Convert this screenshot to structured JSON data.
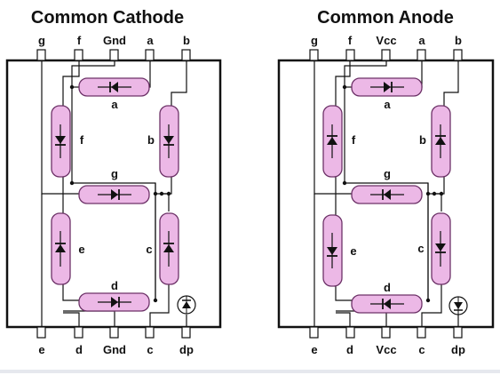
{
  "diagrams": [
    {
      "title": "Common Cathode",
      "top_pins": [
        "g",
        "f",
        "Gnd",
        "a",
        "b"
      ],
      "bottom_pins": [
        "e",
        "d",
        "Gnd",
        "c",
        "dp"
      ],
      "segment_labels": {
        "a": "a",
        "b": "b",
        "c": "c",
        "d": "d",
        "e": "e",
        "f": "f",
        "g": "g"
      }
    },
    {
      "title": "Common Anode",
      "top_pins": [
        "g",
        "f",
        "Vcc",
        "a",
        "b"
      ],
      "bottom_pins": [
        "e",
        "d",
        "Vcc",
        "c",
        "dp"
      ],
      "segment_labels": {
        "a": "a",
        "b": "b",
        "c": "c",
        "d": "d",
        "e": "e",
        "f": "f",
        "g": "g"
      }
    }
  ],
  "colors": {
    "segment_fill": "#ecb8e6",
    "segment_stroke": "#6d3268",
    "wire": "#111111",
    "background": "#ffffff"
  },
  "icons": {
    "diode": "diode-icon",
    "led": "led-icon"
  }
}
